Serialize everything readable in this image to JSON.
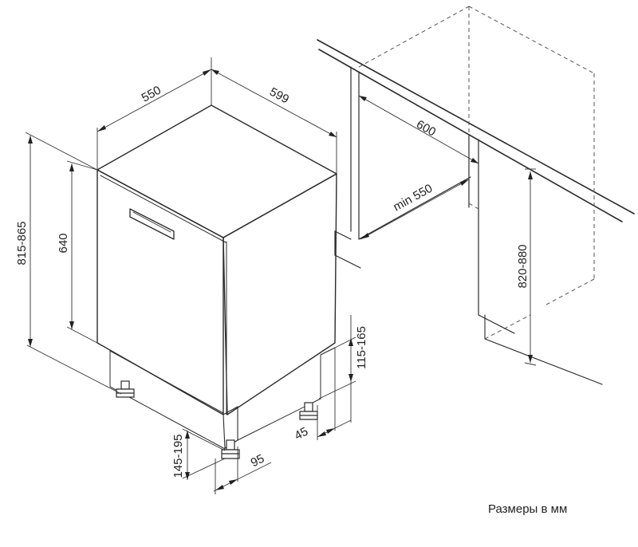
{
  "colors": {
    "line": "#2b2b2b",
    "background": "#ffffff"
  },
  "dimensions": {
    "width": "599",
    "depth": "550",
    "door_height": "640",
    "total_height": "815-865",
    "leg_height": "145-195",
    "foot_offset": "95",
    "rear_offset": "45",
    "plinth_height": "115-165",
    "niche_width": "600",
    "niche_depth": "min 550",
    "niche_height": "820-880"
  },
  "footnote": "Размеры в мм"
}
